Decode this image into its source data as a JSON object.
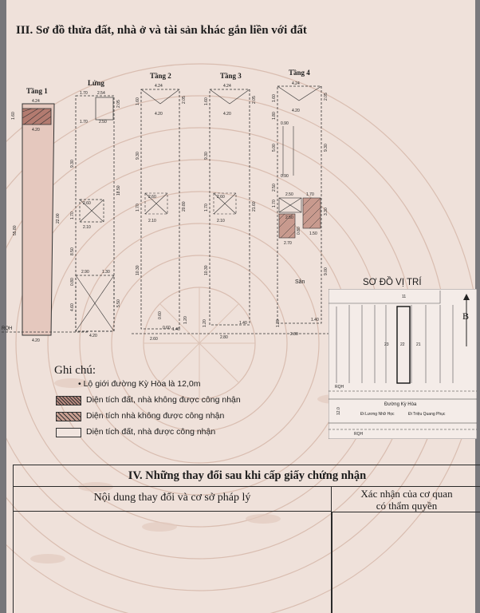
{
  "section3": {
    "title": "III. Sơ đồ thửa đất, nhà ở và tài sản khác gắn liền với đất"
  },
  "plans": {
    "floors": [
      {
        "label": "Tầng 1",
        "dims": [
          "4.24",
          "1.60",
          "4.20",
          "22.00",
          "4.20",
          "55.80"
        ]
      },
      {
        "label": "Lửng",
        "dims": [
          "1.70",
          "2.54",
          "2.50",
          "1.70",
          "2.05",
          "9.30",
          "18.50",
          "2.60",
          "1.70",
          "2.10",
          "8.50",
          "2.90",
          "1.30",
          "0.80",
          "4.60",
          "5.50",
          "4.20"
        ]
      },
      {
        "label": "Tầng 2",
        "dims": [
          "4.24",
          "1.60",
          "2.05",
          "4.20",
          "9.30",
          "2.60",
          "1.70",
          "2.10",
          "20.80",
          "10.30",
          "0.60",
          "1.20",
          "0.60",
          "1.40",
          "2.60"
        ]
      },
      {
        "label": "Tầng 3",
        "dims": [
          "4.24",
          "1.60",
          "2.05",
          "4.20",
          "9.30",
          "2.60",
          "1.70",
          "2.10",
          "21.60",
          "10.30",
          "1.20",
          "1.40",
          "2.80"
        ]
      },
      {
        "label": "Tầng 4",
        "dims": [
          "4.24",
          "1.60",
          "4.20",
          "2.05",
          "1.80",
          "0.90",
          "5.00",
          "0.90",
          "9.30",
          "2.50",
          "1.70",
          "2.50",
          "1.70",
          "2.50",
          "3.30",
          "0.80",
          "1.50",
          "2.70",
          "9.00",
          "1.20",
          "1.40",
          "2.80"
        ]
      }
    ],
    "san_label": "Sân",
    "rqh_label": "RQH"
  },
  "notes": {
    "title": "Ghi chú:",
    "items": [
      "Lộ giới đường Kỳ Hòa là 12,0m",
      "Diện tích đất, nhà không được công nhận",
      "Diện tích nhà không được công nhận",
      "Diện tích đất, nhà được công nhận"
    ]
  },
  "location_map": {
    "title": "SƠ ĐỒ VỊ TRÍ",
    "north_label": "B",
    "road_label": "Đường Kỳ Hòa",
    "rqh_top": "RQH",
    "rqh_bottom": "RQH",
    "lot_numbers": [
      "23",
      "22",
      "21",
      "11"
    ],
    "width_label": "12.0",
    "small_labels": [
      "Đi Lương Nhữ Học",
      "Đi Triệu Quang Phục"
    ]
  },
  "section4": {
    "title": "IV. Những thay đổi sau khi cấp giấy chứng nhận",
    "col1_header": "Nội dung thay đổi và cơ sở pháp lý",
    "col2_header_line1": "Xác nhận của cơ quan",
    "col2_header_line2": "có thẩm quyền"
  }
}
